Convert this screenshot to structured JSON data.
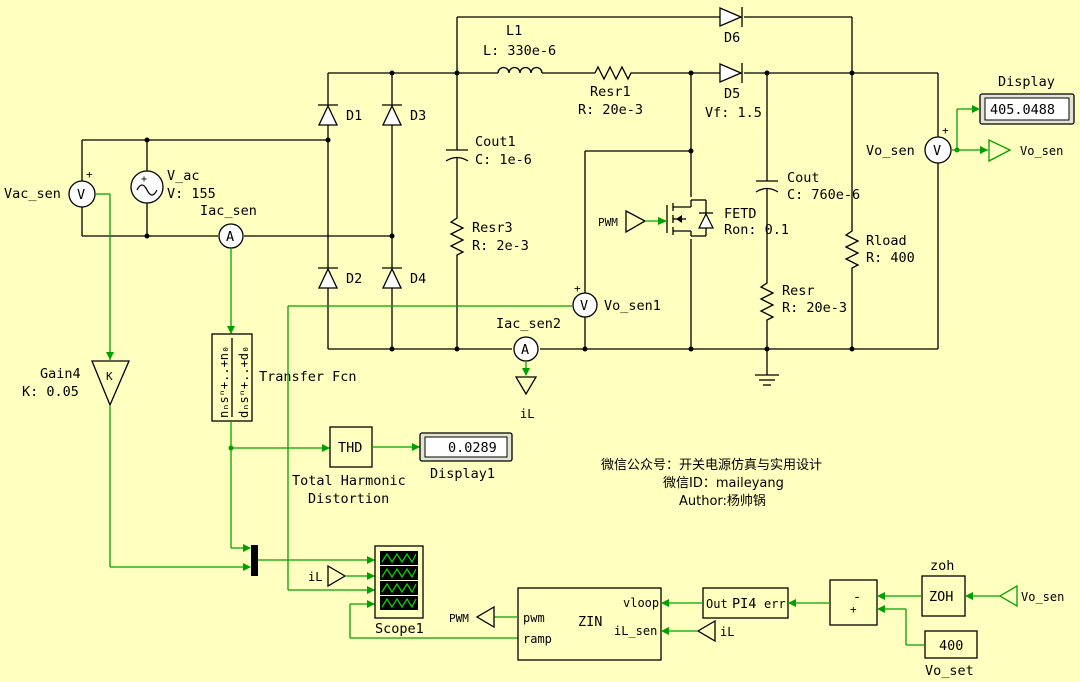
{
  "labels": {
    "l1_name": "L1",
    "l1_val": "L: 330e-6",
    "d6": "D6",
    "d5": "D5",
    "d5_vf": "Vf: 1.5",
    "resr1_name": "Resr1",
    "resr1_val": "R: 20e-3",
    "d1": "D1",
    "d2": "D2",
    "d3": "D3",
    "d4": "D4",
    "vac_sen": "Vac_sen",
    "vac_name": "V_ac",
    "vac_val": "V: 155",
    "iac_sen": "Iac_sen",
    "cout1_name": "Cout1",
    "cout1_val": "C: 1e-6",
    "resr3_name": "Resr3",
    "resr3_val": "R: 2e-3",
    "cout_name": "Cout",
    "cout_val": "C: 760e-6",
    "resr_name": "Resr",
    "resr_val": "R: 20e-3",
    "rload_name": "Rload",
    "rload_val": "R: 400",
    "fetd_name": "FETD",
    "fetd_val": "Ron: 0.1",
    "pwm_in": "PWM",
    "vo_sen_meter": "Vo_sen",
    "vo_sen_tag": "Vo_sen",
    "vo_sen1": "Vo_sen1",
    "iac_sen2": "Iac_sen2",
    "il_tag": "iL",
    "display_title": "Display",
    "display_value": "405.0488",
    "gain_name": "Gain4",
    "gain_val": "K: 0.05",
    "gain_symbol": "K",
    "tf_name": "Transfer Fcn",
    "thd_block": "THD",
    "thd_name_line1": "Total Harmonic",
    "thd_name_line2": "Distortion",
    "display1_value": "0.0289",
    "display1_title": "Display1",
    "scope_name": "Scope1",
    "scope_il_tag": "iL",
    "pwm_out_tag": "PWM",
    "zin_block": "ZIN",
    "zin_pwm": "pwm",
    "zin_ramp": "ramp",
    "zin_vloop": "vloop",
    "zin_il_sen": "iL_sen",
    "pi_out": "Out",
    "pi_name": "PI4",
    "pi_err": "err",
    "pi_il_tag": "iL",
    "sum_minus": "-",
    "sum_plus": "+",
    "zoh_title": "zoh",
    "zoh_block": "ZOH",
    "zoh_in_tag": "Vo_sen",
    "vo_set_value": "400",
    "vo_set_name": "Vo_set",
    "wechat_line1": "微信公众号：开关电源仿真与实用设计",
    "wechat_line2": "微信ID：maileyang",
    "wechat_line3": "Author:杨帅锅"
  },
  "colors": {
    "background": "#ffffc0",
    "signal_wire": "#00a000",
    "power_wire": "#000000"
  },
  "icons": {
    "scope": "scope-icon",
    "ground": "ground-icon",
    "ac_source": "ac-source-icon",
    "voltmeter": "voltmeter-icon",
    "ammeter": "ammeter-icon"
  }
}
